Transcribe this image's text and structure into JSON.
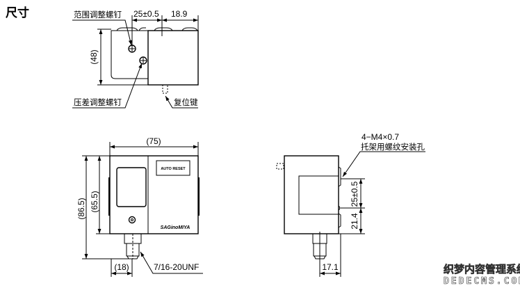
{
  "title": "尺寸",
  "top_view": {
    "range_screw_label": "范围调整螺钉",
    "diff_screw_label": "压差调整螺钉",
    "reset_key_label": "复位键",
    "dim_width_a": "25±0.5",
    "dim_width_b": "18.9",
    "dim_height": "(48)"
  },
  "front_view": {
    "dim_width": "(75)",
    "dim_total_height": "(86.5)",
    "dim_body_height": "(65.5)",
    "dim_fitting": "(18)",
    "thread_label": "7/16-20UNF",
    "nameplate": "AUTO RESET",
    "brand_logo": "SAGinoMIYA"
  },
  "side_view": {
    "mount_hole_spec": "4−M4×0.7",
    "mount_hole_label": "托架用螺纹安装孔",
    "dim_hole_pitch": "25±0.5",
    "dim_hole_bottom": "21.4",
    "dim_depth": "17.1"
  },
  "watermark": {
    "line1": "织梦内容管理系统",
    "line2": "DEDECMS.COM"
  }
}
